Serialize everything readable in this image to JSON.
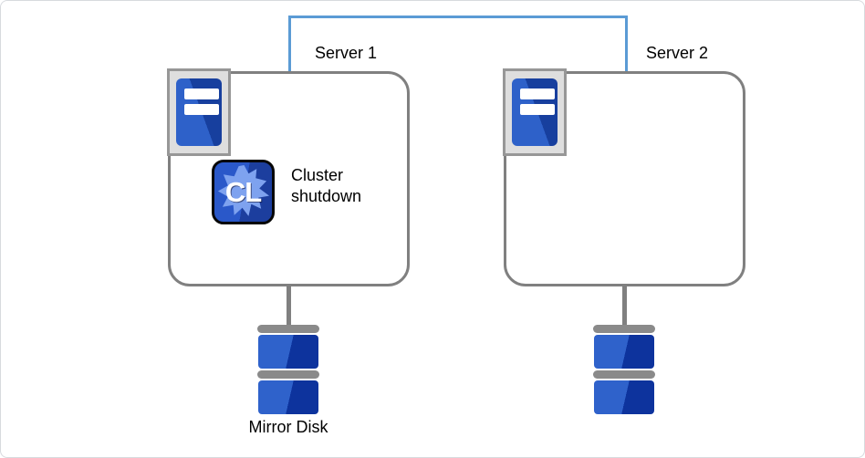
{
  "diagram": {
    "type": "cluster-topology",
    "interconnect": {
      "name": "interconnect-link",
      "color": "#5B9BD5"
    },
    "servers": [
      {
        "label": "Server 1",
        "icon": "server-tower-icon",
        "status_badge": {
          "icon_text": "CL",
          "label": "Cluster shutdown"
        }
      },
      {
        "label": "Server 2",
        "icon": "server-tower-icon"
      }
    ],
    "storage": {
      "label": "Mirror Disk",
      "icon": "disk-stack-icon",
      "count": 2
    },
    "colors": {
      "link_blue": "#5B9BD5",
      "box_border_gray": "#808080",
      "disk_bar_gray": "#8A8A8A",
      "blue_light": "#2F62CB",
      "blue_dark": "#0D339D",
      "cl_bg_light": "#2A58C9",
      "cl_bg_dark": "#1C3E9E",
      "cl_gear_blue": "#7EA2EF",
      "icon_frame_fill": "#DEDEDE",
      "icon_frame_border": "#979797"
    }
  }
}
